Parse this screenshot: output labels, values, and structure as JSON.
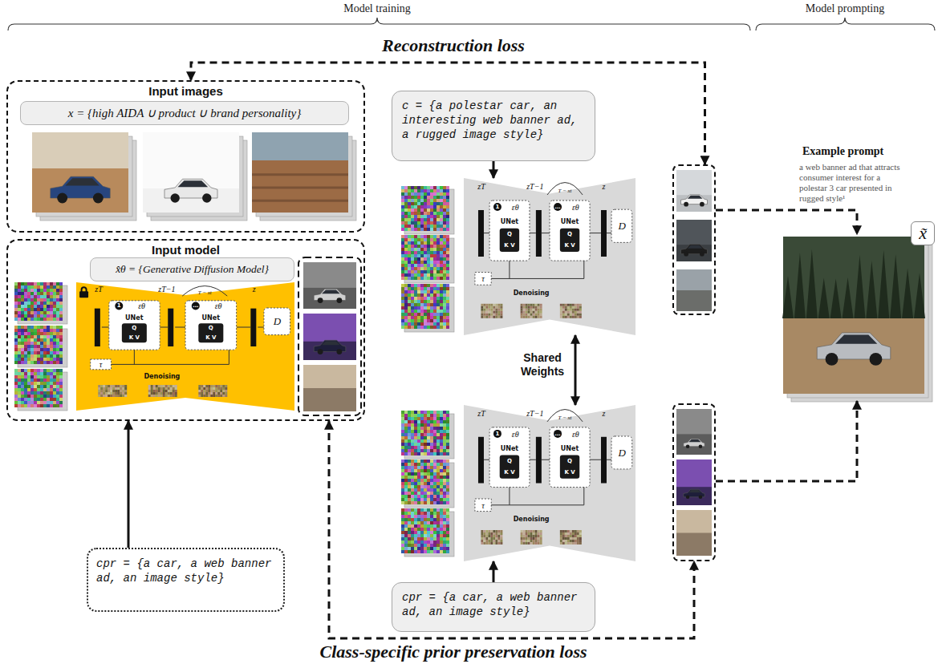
{
  "diagram": {
    "nodes": [
      {
        "text": [
          "Input images"
        ]
      },
      {
        "text": [
          "x = {high AIDA ∪ product ∪ brand personality}"
        ],
        "in": 0
      },
      {
        "text": [
          "Input model"
        ]
      },
      {
        "text": [
          "x̂θ = {Generative Diffusion Model}"
        ],
        "in": 2
      },
      {
        "text": [
          "zT",
          "1",
          "εθ",
          "UNet",
          "Q",
          "K V",
          "zT−1",
          "T − xt",
          "…",
          "εθ",
          "UNet",
          "Q",
          "K V",
          "z",
          "D",
          "τ",
          "Denoising"
        ],
        "in": 2
      },
      {
        "text": [
          "cpr = {a car, a web banner ad, an image style}"
        ]
      },
      {
        "text": [
          "c = {a polestar car, an interesting web banner ad, a rugged image style}"
        ]
      },
      {
        "text": [
          "zT",
          "1",
          "εθ",
          "UNet",
          "Q",
          "K V",
          "zT−1",
          "T − xt",
          "…",
          "εθ",
          "UNet",
          "Q",
          "K V",
          "z",
          "D",
          "τ",
          "Denoising"
        ]
      },
      {
        "text": [
          "zT",
          "1",
          "εθ",
          "UNet",
          "Q",
          "K V",
          "zT−1",
          "T − xt",
          "…",
          "εθ",
          "UNet",
          "Q",
          "K V",
          "z",
          "D",
          "τ",
          "Denoising"
        ]
      },
      {
        "text": [
          "cpr = {a car, a web banner ad, an image style}"
        ]
      },
      {
        "text": []
      },
      {
        "text": []
      },
      {
        "text": [
          "x̃"
        ]
      }
    ],
    "edges": [
      {
        "from": 10,
        "to": 0,
        "arrow": "both",
        "label": "Reconstruction loss"
      },
      {
        "from": 2,
        "to": 11,
        "arrow": "both",
        "label": "Class-specific prior preservation loss"
      },
      {
        "from": 6,
        "to": 7,
        "arrow": "to"
      },
      {
        "from": 9,
        "to": 8,
        "arrow": "to"
      },
      {
        "from": 5,
        "to": 2,
        "arrow": "to"
      },
      {
        "from": 7,
        "to": 8,
        "arrow": "both",
        "label": "Shared Weights"
      },
      {
        "from": 10,
        "to": 12,
        "arrow": "to"
      },
      {
        "from": 11,
        "to": 12,
        "arrow": "to"
      }
    ],
    "labels": [
      "Model training",
      "Model prompting",
      "Example prompt",
      "a web banner ad that attracts consumer interest for a polestar 3 car presented in rugged style¹"
    ]
  }
}
